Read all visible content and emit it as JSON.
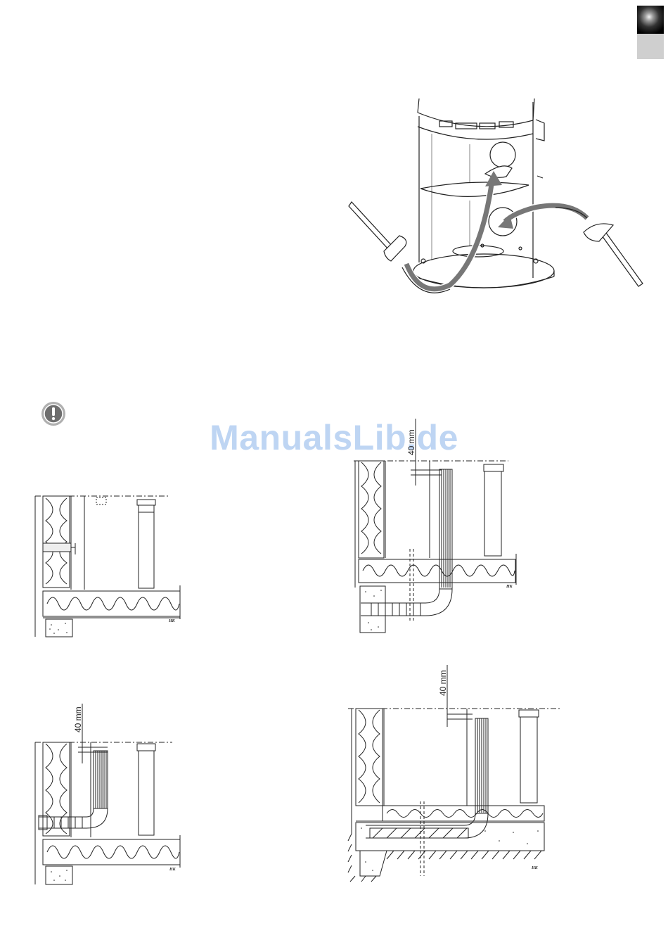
{
  "watermark": "ManualsLib.de",
  "dimension_label": "40 mm",
  "drawing_mark": "HK",
  "icons": {
    "warning": "exclamation-circle-icon",
    "hammer": "hammer-icon",
    "arrow": "curved-arrow-icon"
  },
  "colors": {
    "insulation": "#ffffff",
    "line": "#222222",
    "arrow": "#777777",
    "watermark": "#a9c8ef",
    "tab_light": "#cfcfcf"
  }
}
